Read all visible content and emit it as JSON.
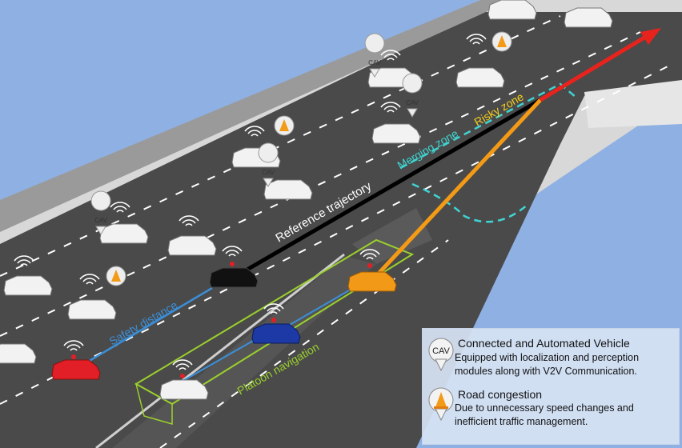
{
  "labels": {
    "reference_trajectory": "Reference trajectory",
    "merging_zone": "Merging zone",
    "risky_zone": "Risky zone",
    "safety_distance": "Safety distance",
    "platoon_navigation": "Platoon navigation"
  },
  "legend": {
    "cav": {
      "icon_text": "CAV",
      "title": "Connected and Automated Vehicle",
      "desc_line1": "Equipped with localization and perception",
      "desc_line2": "modules along with V2V Communication."
    },
    "congestion": {
      "title": "Road congestion",
      "desc_line1": "Due to unnecessary speed changes and",
      "desc_line2": "inefficient traffic management."
    }
  },
  "colors": {
    "water": "#8fb0e3",
    "road": "#4a4a4a",
    "reference_trajectory": "#000000",
    "merge_arrow": "#e8231d",
    "risky_path": "#f39a16",
    "merging_zone": "#3fd4d2",
    "risky_zone_text": "#f5d01c",
    "safety_distance": "#3b8fd8",
    "platoon_box": "#9bd12b",
    "platoon_text": "#9bd12b",
    "ego_car": "#e21f26",
    "lead_car": "#111111",
    "blue_car": "#1c39a6",
    "orange_car": "#f29a17",
    "cav_car": "#f2f2f2"
  },
  "icons": [
    "cav-marker-icon",
    "road-congestion-icon",
    "wifi-signal-icon",
    "siren-icon"
  ]
}
